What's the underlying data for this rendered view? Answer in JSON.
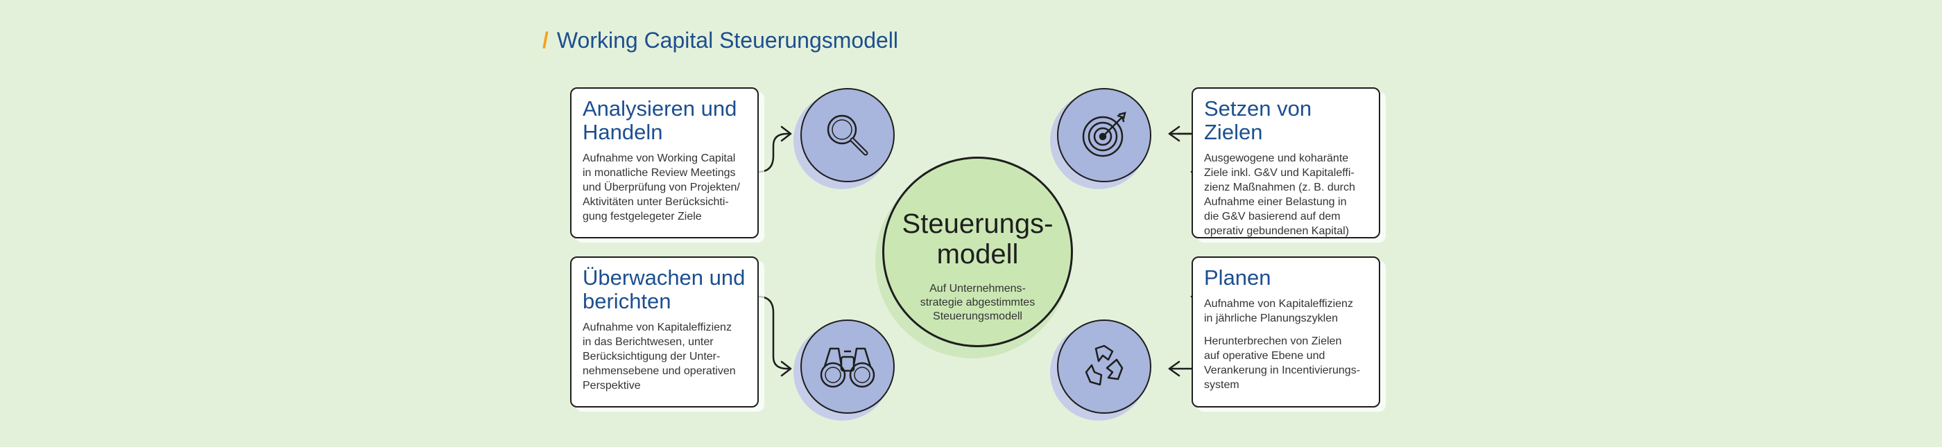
{
  "title": "Working Capital Steuerungsmodell",
  "center": {
    "heading_line1": "Steuerungs-",
    "heading_line2": "modell",
    "text_line1": "Auf Unternehmens-",
    "text_line2": "strategie abgestimmtes",
    "text_line3": "Steuerungsmodell"
  },
  "cards": {
    "analysieren": {
      "title_line1": "Analysieren und",
      "title_line2": "Handeln",
      "lines": [
        "Aufnahme von Working Capital",
        "in monatliche Review Meetings",
        "und Überprüfung von Projekten/",
        "Aktivitäten unter Berücksichti-",
        "gung festgelegeter Ziele"
      ]
    },
    "ueberwachen": {
      "title_line1": "Überwachen und",
      "title_line2": "berichten",
      "lines": [
        "Aufnahme von Kapitaleffizienz",
        "in das Berichtwesen, unter",
        "Berücksichtigung der Unter-",
        "nehmensebene und operativen",
        "Perspektive"
      ]
    },
    "setzen": {
      "title_line1": "Setzen von Zielen",
      "lines": [
        "Ausgewogene und koharänte",
        "Ziele inkl. G&V und Kapitaleffi-",
        "zienz Maßnahmen (z. B. durch",
        "Aufnahme einer Belastung in",
        "die G&V basierend auf dem",
        "operativ gebundenen Kapital)"
      ]
    },
    "planen": {
      "title_line1": "Planen",
      "para1_lines": [
        "Aufnahme von Kapitaleffizienz",
        "in jährliche Planungszyklen"
      ],
      "para2_lines": [
        "Herunterbrechen von Zielen",
        "auf operative Ebene und",
        "Verankerung in Incentivierungs-",
        "system"
      ]
    }
  },
  "icons": [
    "magnifier-icon",
    "binoculars-icon",
    "target-icon",
    "recycle-icon"
  ],
  "colors": {
    "title": "#1c4f8f",
    "accent": "#f4a21d",
    "icon_fill": "#a8b5dc",
    "center_fill": "#cae7b3",
    "background": "#e4f1da"
  }
}
